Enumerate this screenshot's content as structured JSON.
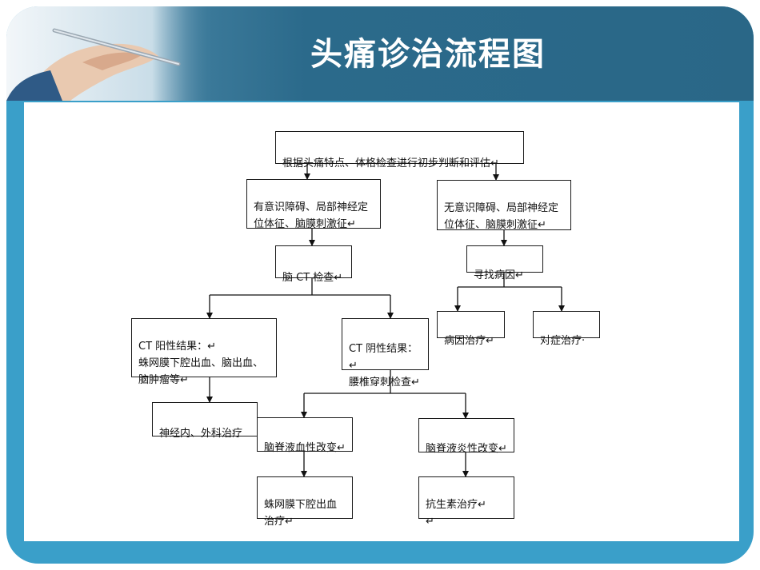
{
  "slide": {
    "title": "头痛诊治流程图"
  },
  "flowchart": {
    "nodes": {
      "initial_assessment": "根据头痛特点、体格检查进行初步判断和评估↵",
      "with_focal_signs": "有意识障碍、局部神经定\n位体征、脑膜刺激征↵",
      "without_focal_signs": "无意识障碍、局部神经定\n位体征、脑膜刺激征↵",
      "brain_ct": "脑 CT 检查↵",
      "find_cause": "寻找病因↵",
      "etiological_treatment": "病因治疗↵",
      "symptomatic_treatment": "对症治疗·",
      "ct_positive": "CT 阳性结果：↵\n蛛网膜下腔出血、脑出血、\n脑肿瘤等↵",
      "ct_negative": "CT 阴性结果：↵\n腰椎穿刺检查↵",
      "neuro_surgery_treatment": "神经内、外科治疗",
      "csf_hemorrhagic": "脑脊液血性改变↵",
      "csf_inflammatory": "脑脊液炎性改变↵",
      "sah_treatment": "蛛网膜下腔出血\n治疗↵",
      "antibiotic_treatment": "抗生素治疗↵\n↵"
    }
  }
}
